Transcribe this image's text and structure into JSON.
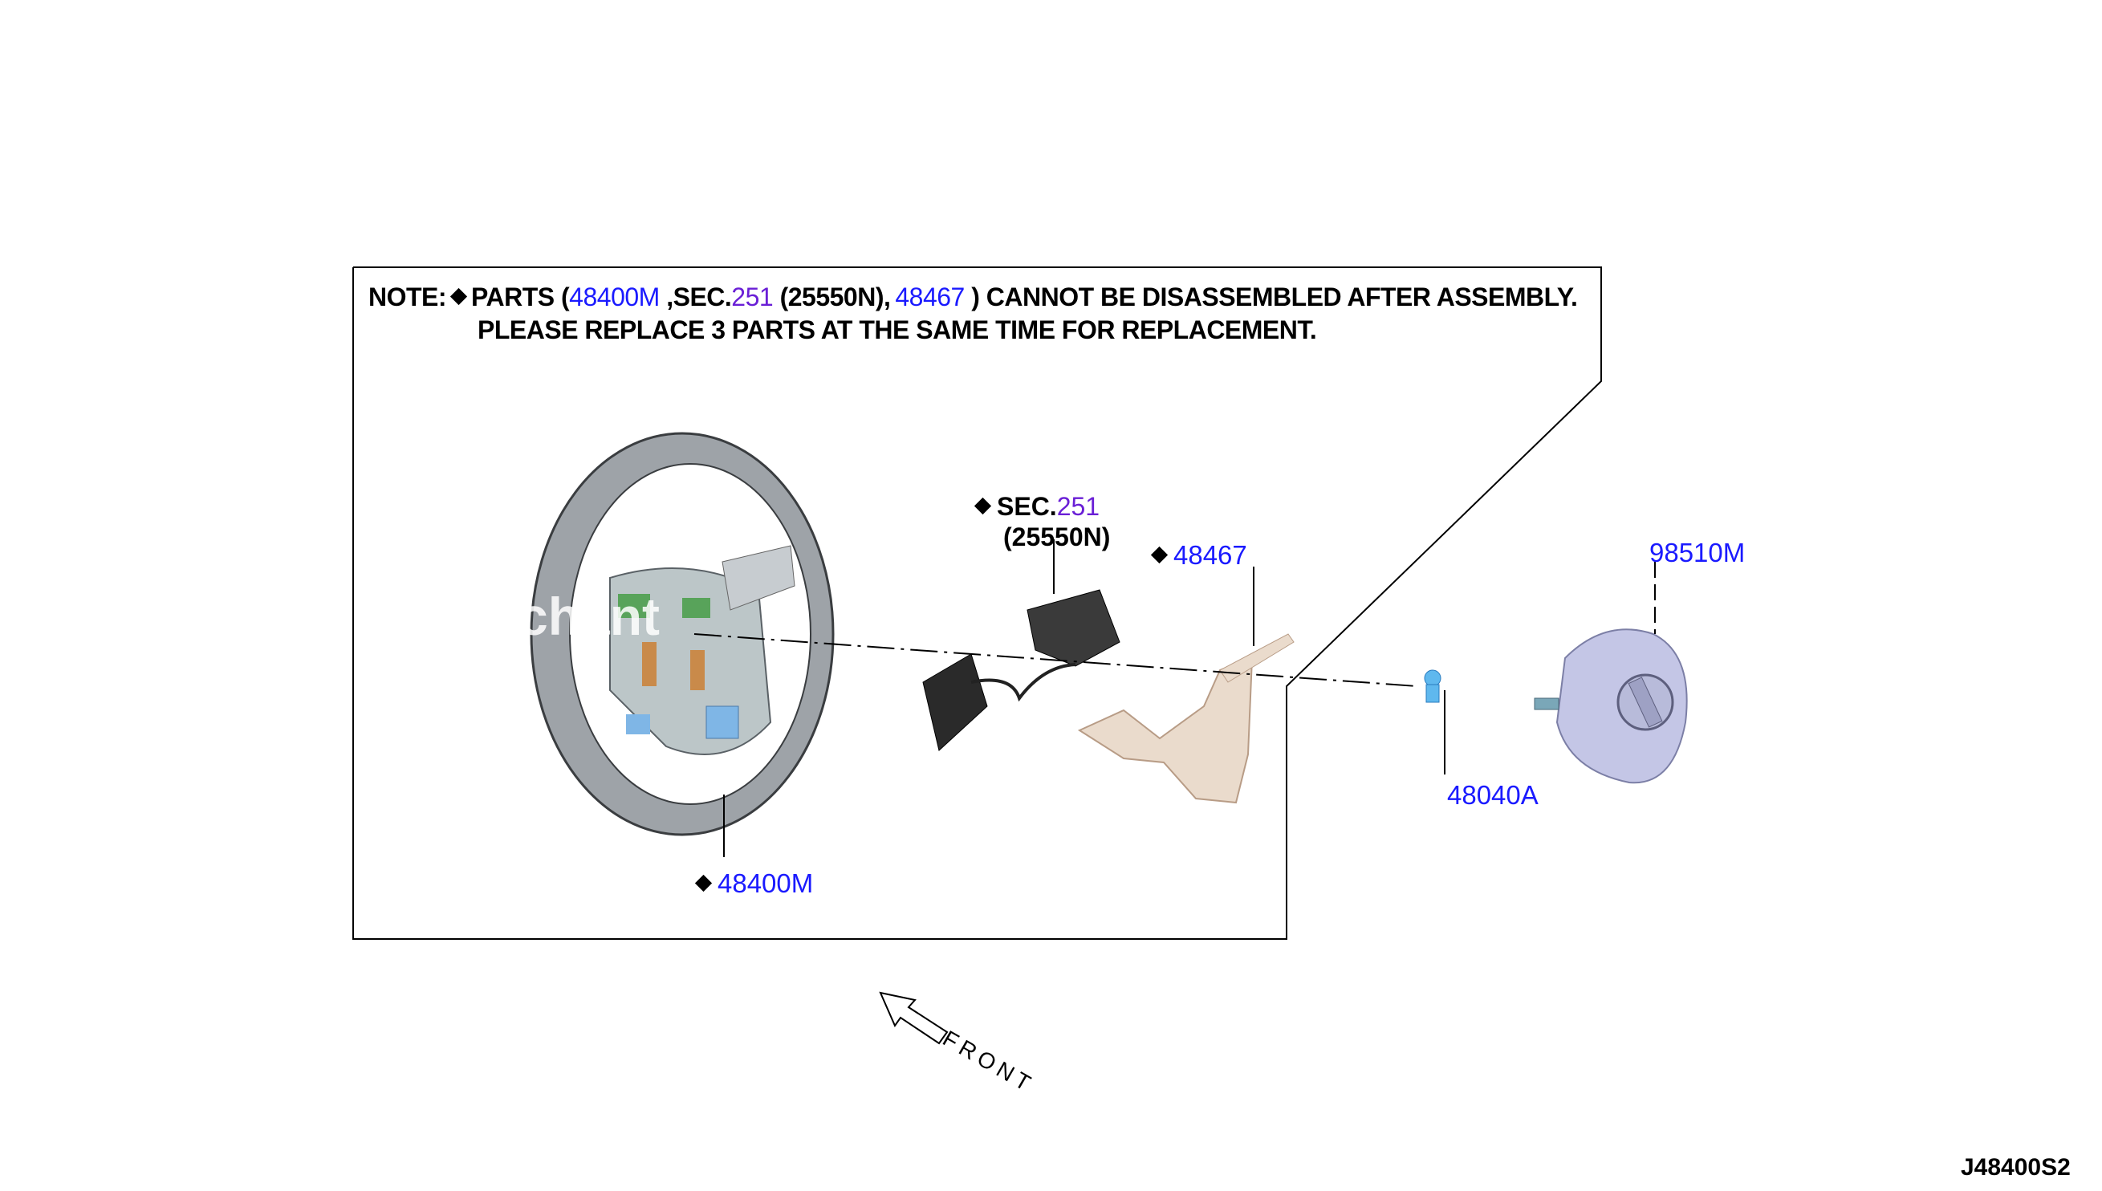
{
  "note": {
    "prefix": "NOTE:",
    "parts_open": "PARTS (",
    "part_a": "48400M",
    "sec_prefix": " ,SEC.",
    "sec_num": "251",
    "sec_code": " (25550N),",
    "part_b": "48467",
    "line1_tail": " ) CANNOT BE DISASSEMBLED AFTER ASSEMBLY.",
    "line2": "PLEASE REPLACE 3 PARTS AT THE SAME TIME FOR REPLACEMENT."
  },
  "labels": {
    "sec_prefix": "SEC.",
    "sec_num": "251",
    "sec_code": "(25550N)",
    "part_48467": "48467",
    "part_98510M": "98510M",
    "part_48040A": "48040A",
    "part_48400M": "48400M"
  },
  "watermark": "chant",
  "front_label": "FRONT",
  "diagram_code": "J48400S2",
  "colors": {
    "part_link": "#1a1aff",
    "sec_link": "#6a1fd6",
    "wheel_rim": "#a8adb2",
    "airbag": "#c4c6e6",
    "trim": "#eadbcc",
    "bolt": "#5fb8ee"
  },
  "icons": [
    "diamond-icon",
    "front-arrow-icon"
  ]
}
